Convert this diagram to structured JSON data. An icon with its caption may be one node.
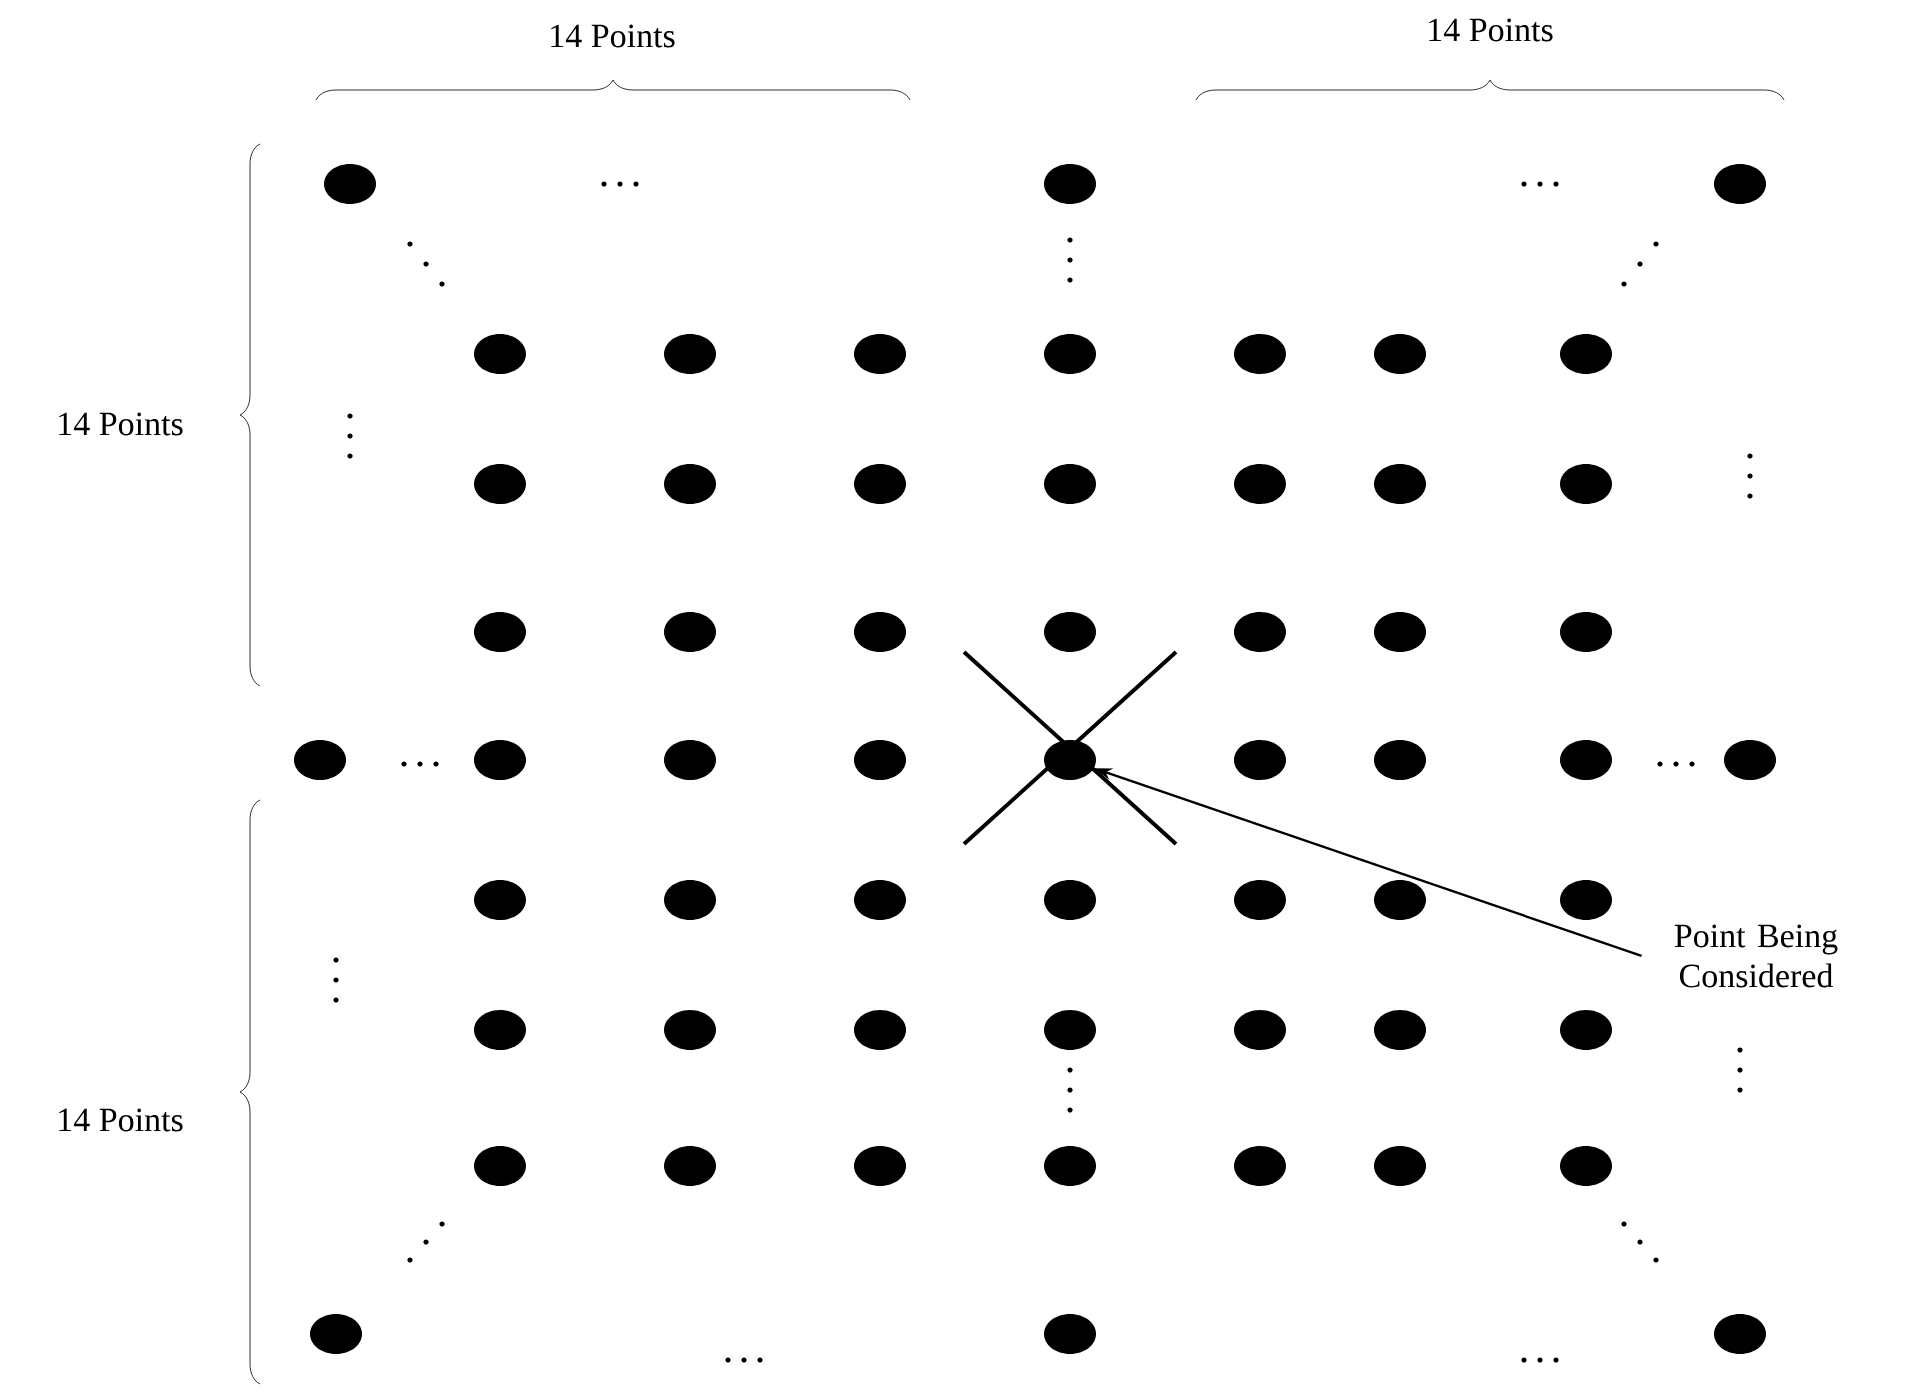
{
  "diagram": {
    "nodes": [
      {
        "text": [
          "Point Being Considered"
        ]
      },
      {
        "text": [],
        "shape": "circle"
      }
    ],
    "edges": [
      {
        "from": 0,
        "to": 1,
        "arrow": "to"
      }
    ],
    "labels": [
      "14 Points",
      "14 Points",
      "14 Points",
      "14 Points"
    ]
  }
}
